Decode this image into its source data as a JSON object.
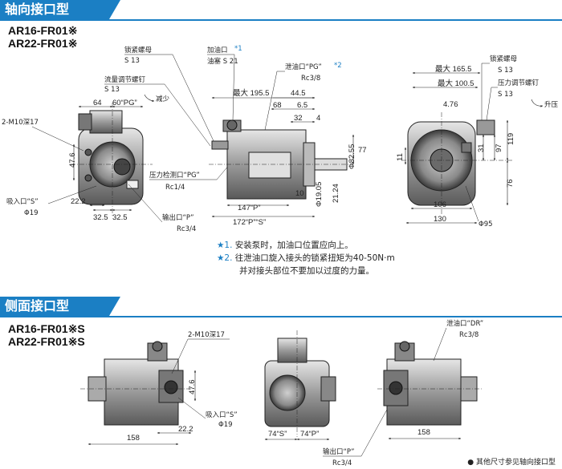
{
  "section1": {
    "title": "轴向接口型",
    "models": [
      "AR16-FR01※",
      "AR22-FR01※"
    ]
  },
  "section2": {
    "title": "侧面接口型",
    "models": [
      "AR16-FR01※S",
      "AR22-FR01※S"
    ]
  },
  "labels": {
    "lock_nut_name": "锁紧螺母",
    "lock_nut_size": "S 13",
    "flow_screw_name": "流量调节螺钉",
    "flow_screw_size": "S 13",
    "reduce": "减少",
    "fill_port": "加油口",
    "fill_star": "*1",
    "plug": "油塞 S 21",
    "drain_port": "泄油口“PG”",
    "drain_star": "*2",
    "drain_size": "Rc3/8",
    "pressure_port_name": "压力检测口“PG”",
    "pressure_port_size": "Rc1/4",
    "suction_port_name": "吸入口“S”",
    "suction_size": "Φ19",
    "outlet_name": "输出口“P”",
    "outlet_size": "Rc3/4",
    "thread_17": "2-M10深17",
    "lock_nut2_name": "锁紧螺母",
    "lock_nut2_size": "S 13",
    "pressure_screw_name": "压力调节螺钉",
    "pressure_screw_size": "S 13",
    "raise": "升压",
    "phi95": "Φ95",
    "drain_dr": "泄油口“DR”",
    "drain_dr_size": "Rc3/8",
    "thread_17b": "2-M10深17",
    "suction2_name": "吸入口“S”",
    "suction2_size": "Φ19",
    "outlet2_name": "输出口“P”",
    "outlet2_size": "Rc3/4"
  },
  "dims": {
    "d64": "64",
    "d60pg": "60“PG”",
    "d47_6": "47.6",
    "d22_2": "22.2",
    "d32_5a": "32.5",
    "d32_5b": "32.5",
    "max195": "最大 195.5",
    "d44_5": "44.5",
    "d68": "68",
    "d6_5": "6.5",
    "d32": "32",
    "d4": "4",
    "d77": "77",
    "phi82": "Φ82.55",
    "d21_24": "21.24",
    "phi19_05": "Φ19.05",
    "d10": "10",
    "d147": "147“P”",
    "d172": "172“P”“S”",
    "max165": "最大 165.5",
    "max100": "最大 100.5",
    "d4_76": "4.76",
    "d11": "11",
    "d31": "31",
    "d97": "97",
    "d119": "119",
    "d76": "76",
    "d106": "106",
    "d130": "130",
    "d47_6b": "47.6",
    "d22_2b": "22.2",
    "d158a": "158",
    "d74s": "74“S”",
    "d74p": "74“P”",
    "d158b": "158"
  },
  "notes": [
    {
      "star": "★1.",
      "text": "安装泵时，加油口位置应向上。"
    },
    {
      "star": "★2.",
      "text": "往泄油口旋入接头的锁紧扭矩为40-50N·m"
    },
    {
      "star": "",
      "text": "并对接头部位不要加以过度的力量。"
    }
  ],
  "footnote": "● 其他尺寸参见轴向接口型"
}
